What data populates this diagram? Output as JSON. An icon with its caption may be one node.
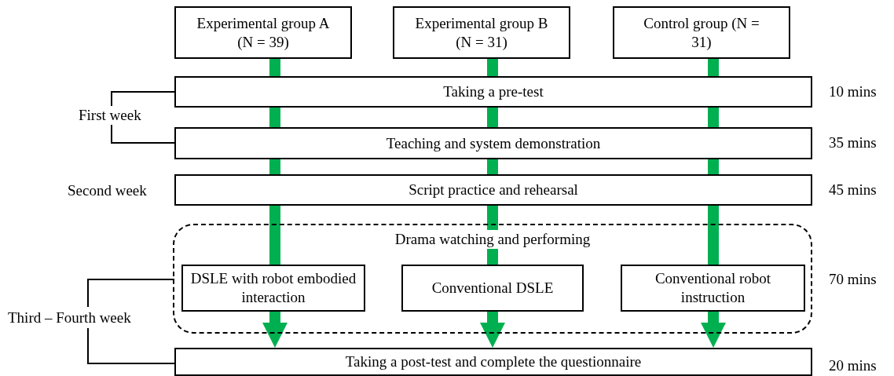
{
  "diagram": {
    "nodes": [
      {
        "text": [
          "Experimental group A (N = 39)"
        ]
      },
      {
        "text": [
          "Experimental group B (N = 31)"
        ]
      },
      {
        "text": [
          "Control group (N = 31)"
        ]
      },
      {
        "text": [
          "Taking a pre-test"
        ],
        "beside": [
          "10 mins"
        ]
      },
      {
        "text": [
          "Teaching and system demonstration"
        ],
        "beside": [
          "35 mins"
        ]
      },
      {
        "text": [
          "Script practice and rehearsal"
        ],
        "beside": [
          "45 mins"
        ]
      },
      {
        "text": [
          "Drama watching and performing"
        ],
        "beside": [
          "70 mins"
        ]
      },
      {
        "text": [
          "DSLE with robot embodied interaction"
        ],
        "in": 6
      },
      {
        "text": [
          "Conventional DSLE"
        ],
        "in": 6
      },
      {
        "text": [
          "Conventional robot instruction"
        ],
        "in": 6
      },
      {
        "text": [
          "Taking a post-test and complete the questionnaire"
        ],
        "beside": [
          "20 mins"
        ]
      }
    ],
    "edges": [
      {
        "from": 0,
        "to": 3,
        "arrow": "none"
      },
      {
        "from": 3,
        "to": 4,
        "arrow": "none"
      },
      {
        "from": 4,
        "to": 5,
        "arrow": "none"
      },
      {
        "from": 5,
        "to": 7,
        "arrow": "none"
      },
      {
        "from": 7,
        "to": 10,
        "arrow": "to"
      },
      {
        "from": 1,
        "to": 3,
        "arrow": "none"
      },
      {
        "from": 3,
        "to": 4,
        "arrow": "none"
      },
      {
        "from": 4,
        "to": 5,
        "arrow": "none"
      },
      {
        "from": 5,
        "to": 8,
        "arrow": "none"
      },
      {
        "from": 8,
        "to": 10,
        "arrow": "to"
      },
      {
        "from": 2,
        "to": 3,
        "arrow": "none"
      },
      {
        "from": 3,
        "to": 4,
        "arrow": "none"
      },
      {
        "from": 4,
        "to": 5,
        "arrow": "none"
      },
      {
        "from": 5,
        "to": 9,
        "arrow": "none"
      },
      {
        "from": 9,
        "to": 10,
        "arrow": "to"
      }
    ],
    "labels": [
      "First week",
      "Second week",
      "Third – Fourth week"
    ]
  }
}
